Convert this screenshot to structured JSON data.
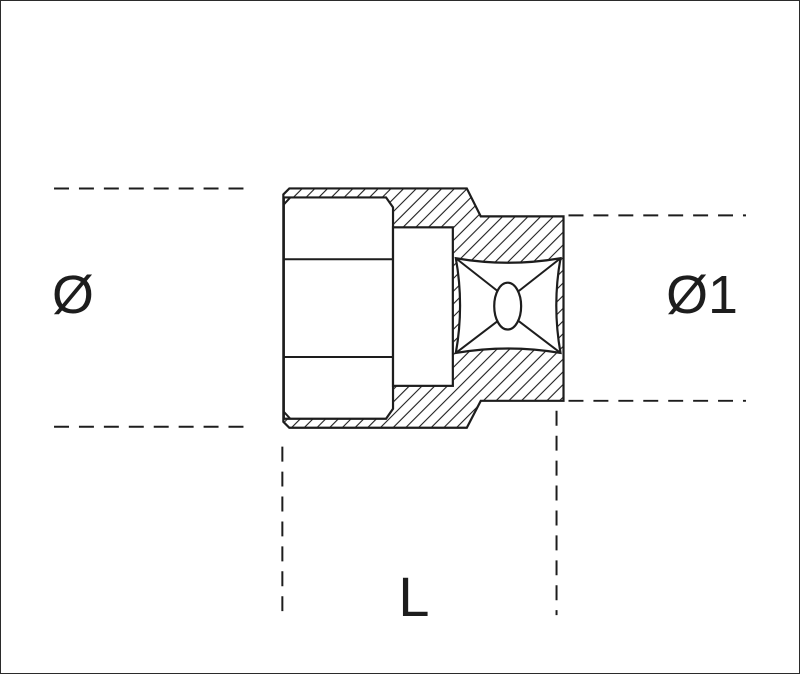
{
  "drawing": {
    "labels": {
      "left_diameter": "Ø",
      "right_diameter": "Ø1",
      "length": "L"
    },
    "colors": {
      "line": "#1d1d1d",
      "background": "#ffffff"
    }
  }
}
